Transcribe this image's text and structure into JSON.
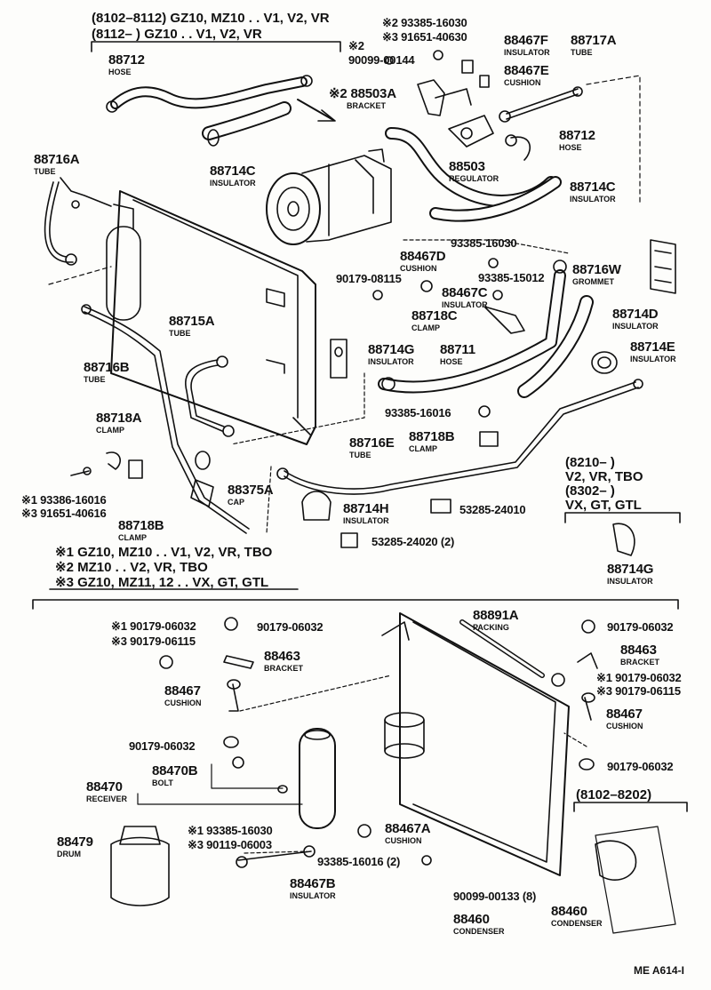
{
  "header": {
    "line1": "(8102–8112) GZ10, MZ10 . . V1, V2, VR",
    "line2": "(8112–        ) GZ10 . . V1, V2, VR"
  },
  "box_right": {
    "l1": "(8210–          )",
    "l2": "V2, VR, TBO",
    "l3": "(8302–          )",
    "l4": "VX, GT, GTL"
  },
  "box_bottom": {
    "title": "(8102–8202)"
  },
  "notes": [
    {
      "mark": "※1",
      "text": "GZ10, MZ10 . . V1, V2, VR, TBO"
    },
    {
      "mark": "※2",
      "text": "MZ10 . . V2, VR, TBO"
    },
    {
      "mark": "※3",
      "text": "GZ10, MZ11, 12 . . VX, GT, GTL"
    }
  ],
  "labels": {
    "l88712a": "88712",
    "s88712a": "HOSE",
    "l88714c": "88714C",
    "s88714c": "INSULATOR",
    "n93385a": "※2 93385-16030",
    "n91651a": "※3 91651-40630",
    "n2a": "※2",
    "n90099a": "90099-00144",
    "l88467f": "88467F",
    "s88467f": "INSULATOR",
    "l88717a": "88717A",
    "s88717a": "TUBE",
    "l88467e": "88467E",
    "s88467e": "CUSHION",
    "l88503a": "※2 88503A",
    "s88503a": "BRACKET",
    "l88712b": "88712",
    "s88712b": "HOSE",
    "l88503": "88503",
    "s88503": "REGULATOR",
    "l88714c2": "88714C",
    "s88714c2": "INSULATOR",
    "l88716a": "88716A",
    "s88716a": "TUBE",
    "n93385b": "93385-16030",
    "l88467d": "88467D",
    "s88467d": "CUSHION",
    "n90179a": "90179-08115",
    "n93385c": "93385-15012",
    "l88716w": "88716W",
    "s88716w": "GROMMET",
    "l88467c": "88467C",
    "s88467c": "INSULATOR",
    "l88718c": "88718C",
    "s88718c": "CLAMP",
    "l88714d": "88714D",
    "s88714d": "INSULATOR",
    "l88715a": "88715A",
    "s88715a": "TUBE",
    "l88714e": "88714E",
    "s88714e": "INSULATOR",
    "l88714g": "88714G",
    "s88714g": "INSULATOR",
    "l88711": "88711",
    "s88711": "HOSE",
    "l88716b": "88716B",
    "s88716b": "TUBE",
    "n93385d": "93385-16016",
    "l88718a": "88718A",
    "s88718a": "CLAMP",
    "l88718b": "88718B",
    "s88718b": "CLAMP",
    "l88716e": "88716E",
    "s88716e": "TUBE",
    "l88375a": "88375A",
    "s88375a": "CAP",
    "n93386": "※1 93386-16016",
    "n91651b": "※3 91651-40616",
    "l88714h": "88714H",
    "s88714h": "INSULATOR",
    "n53285a": "53285-24010",
    "l88718b2": "88718B",
    "s88718b2": "CLAMP",
    "n53285b": "53285-24020 (2)",
    "l88714g2": "88714G",
    "s88714g2": "INSULATOR",
    "n90179b": "※1 90179-06032",
    "n90179c": "※3 90179-06115",
    "n90179d": "90179-06032",
    "l88891a": "88891A",
    "s88891a": "PACKING",
    "n90179e": "90179-06032",
    "l88463a": "88463",
    "s88463a": "BRACKET",
    "l88463b": "88463",
    "s88463b": "BRACKET",
    "l88467a": "88467",
    "s88467a": "CUSHION",
    "n90179f": "※1 90179-06032",
    "n90179g": "※3 90179-06115",
    "l88467b": "88467",
    "s88467b": "CUSHION",
    "n90179h": "90179-06032",
    "l88470b": "88470B",
    "s88470b": "BOLT",
    "n90179i": "90179-06032",
    "l88470": "88470",
    "s88470": "RECEIVER",
    "l88467a2": "88467A",
    "s88467a2": "CUSHION",
    "n93385e": "※1 93385-16030",
    "n90119": "※3 90119-06003",
    "l88479": "88479",
    "s88479": "DRUM",
    "n93385f": "93385-16016 (2)",
    "l88467b2": "88467B",
    "s88467b2": "INSULATOR",
    "n90099b": "90099-00133 (8)",
    "l88460a": "88460",
    "s88460a": "CONDENSER",
    "l88460b": "88460",
    "s88460b": "CONDENSER"
  },
  "footer": "ME A614-I"
}
